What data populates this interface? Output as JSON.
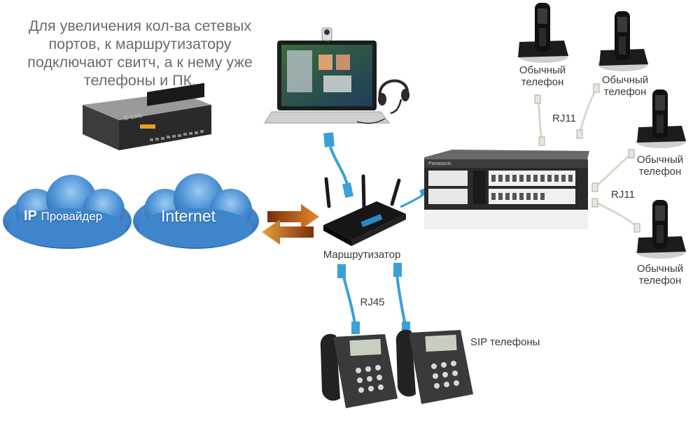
{
  "note": {
    "lines": [
      "Для увеличения кол-ва сетевых",
      "портов, к маршрутизатору",
      "подключают свитч, а к нему уже",
      "телефоны и ПК."
    ]
  },
  "clouds": {
    "provider_ip": "IP",
    "provider_label": "Провайдер",
    "internet": "Internet"
  },
  "labels": {
    "router": "Маршрутизатор",
    "rj45": "RJ45",
    "sip_phones": "SIP телефоны",
    "rj11_top": "RJ11",
    "rj11_right": "RJ11",
    "phone_1": "Обычный телефон",
    "phone_2": "Обычный телефон",
    "phone_3": "Обычный телефон",
    "phone_4": "Обычный телефон"
  },
  "brands": {
    "switch": "D-Link",
    "pbx": "Panasonic"
  },
  "colors": {
    "cloud": "#4a8ed4",
    "cable": "#3aa0d8",
    "cord": "#d8d8cc",
    "arrow_in": "#c8641e",
    "arrow_out": "#8a3a10"
  }
}
